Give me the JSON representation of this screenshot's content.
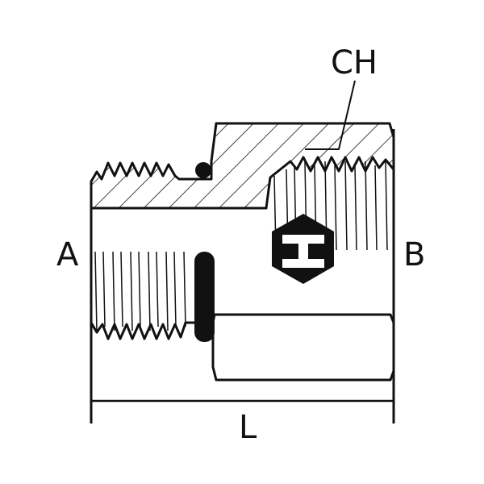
{
  "labels": {
    "a": "A",
    "b": "B",
    "l": "L",
    "ch": "CH"
  },
  "colors": {
    "line": "#111111",
    "background": "#ffffff"
  },
  "logo": "hex-logo-icon"
}
